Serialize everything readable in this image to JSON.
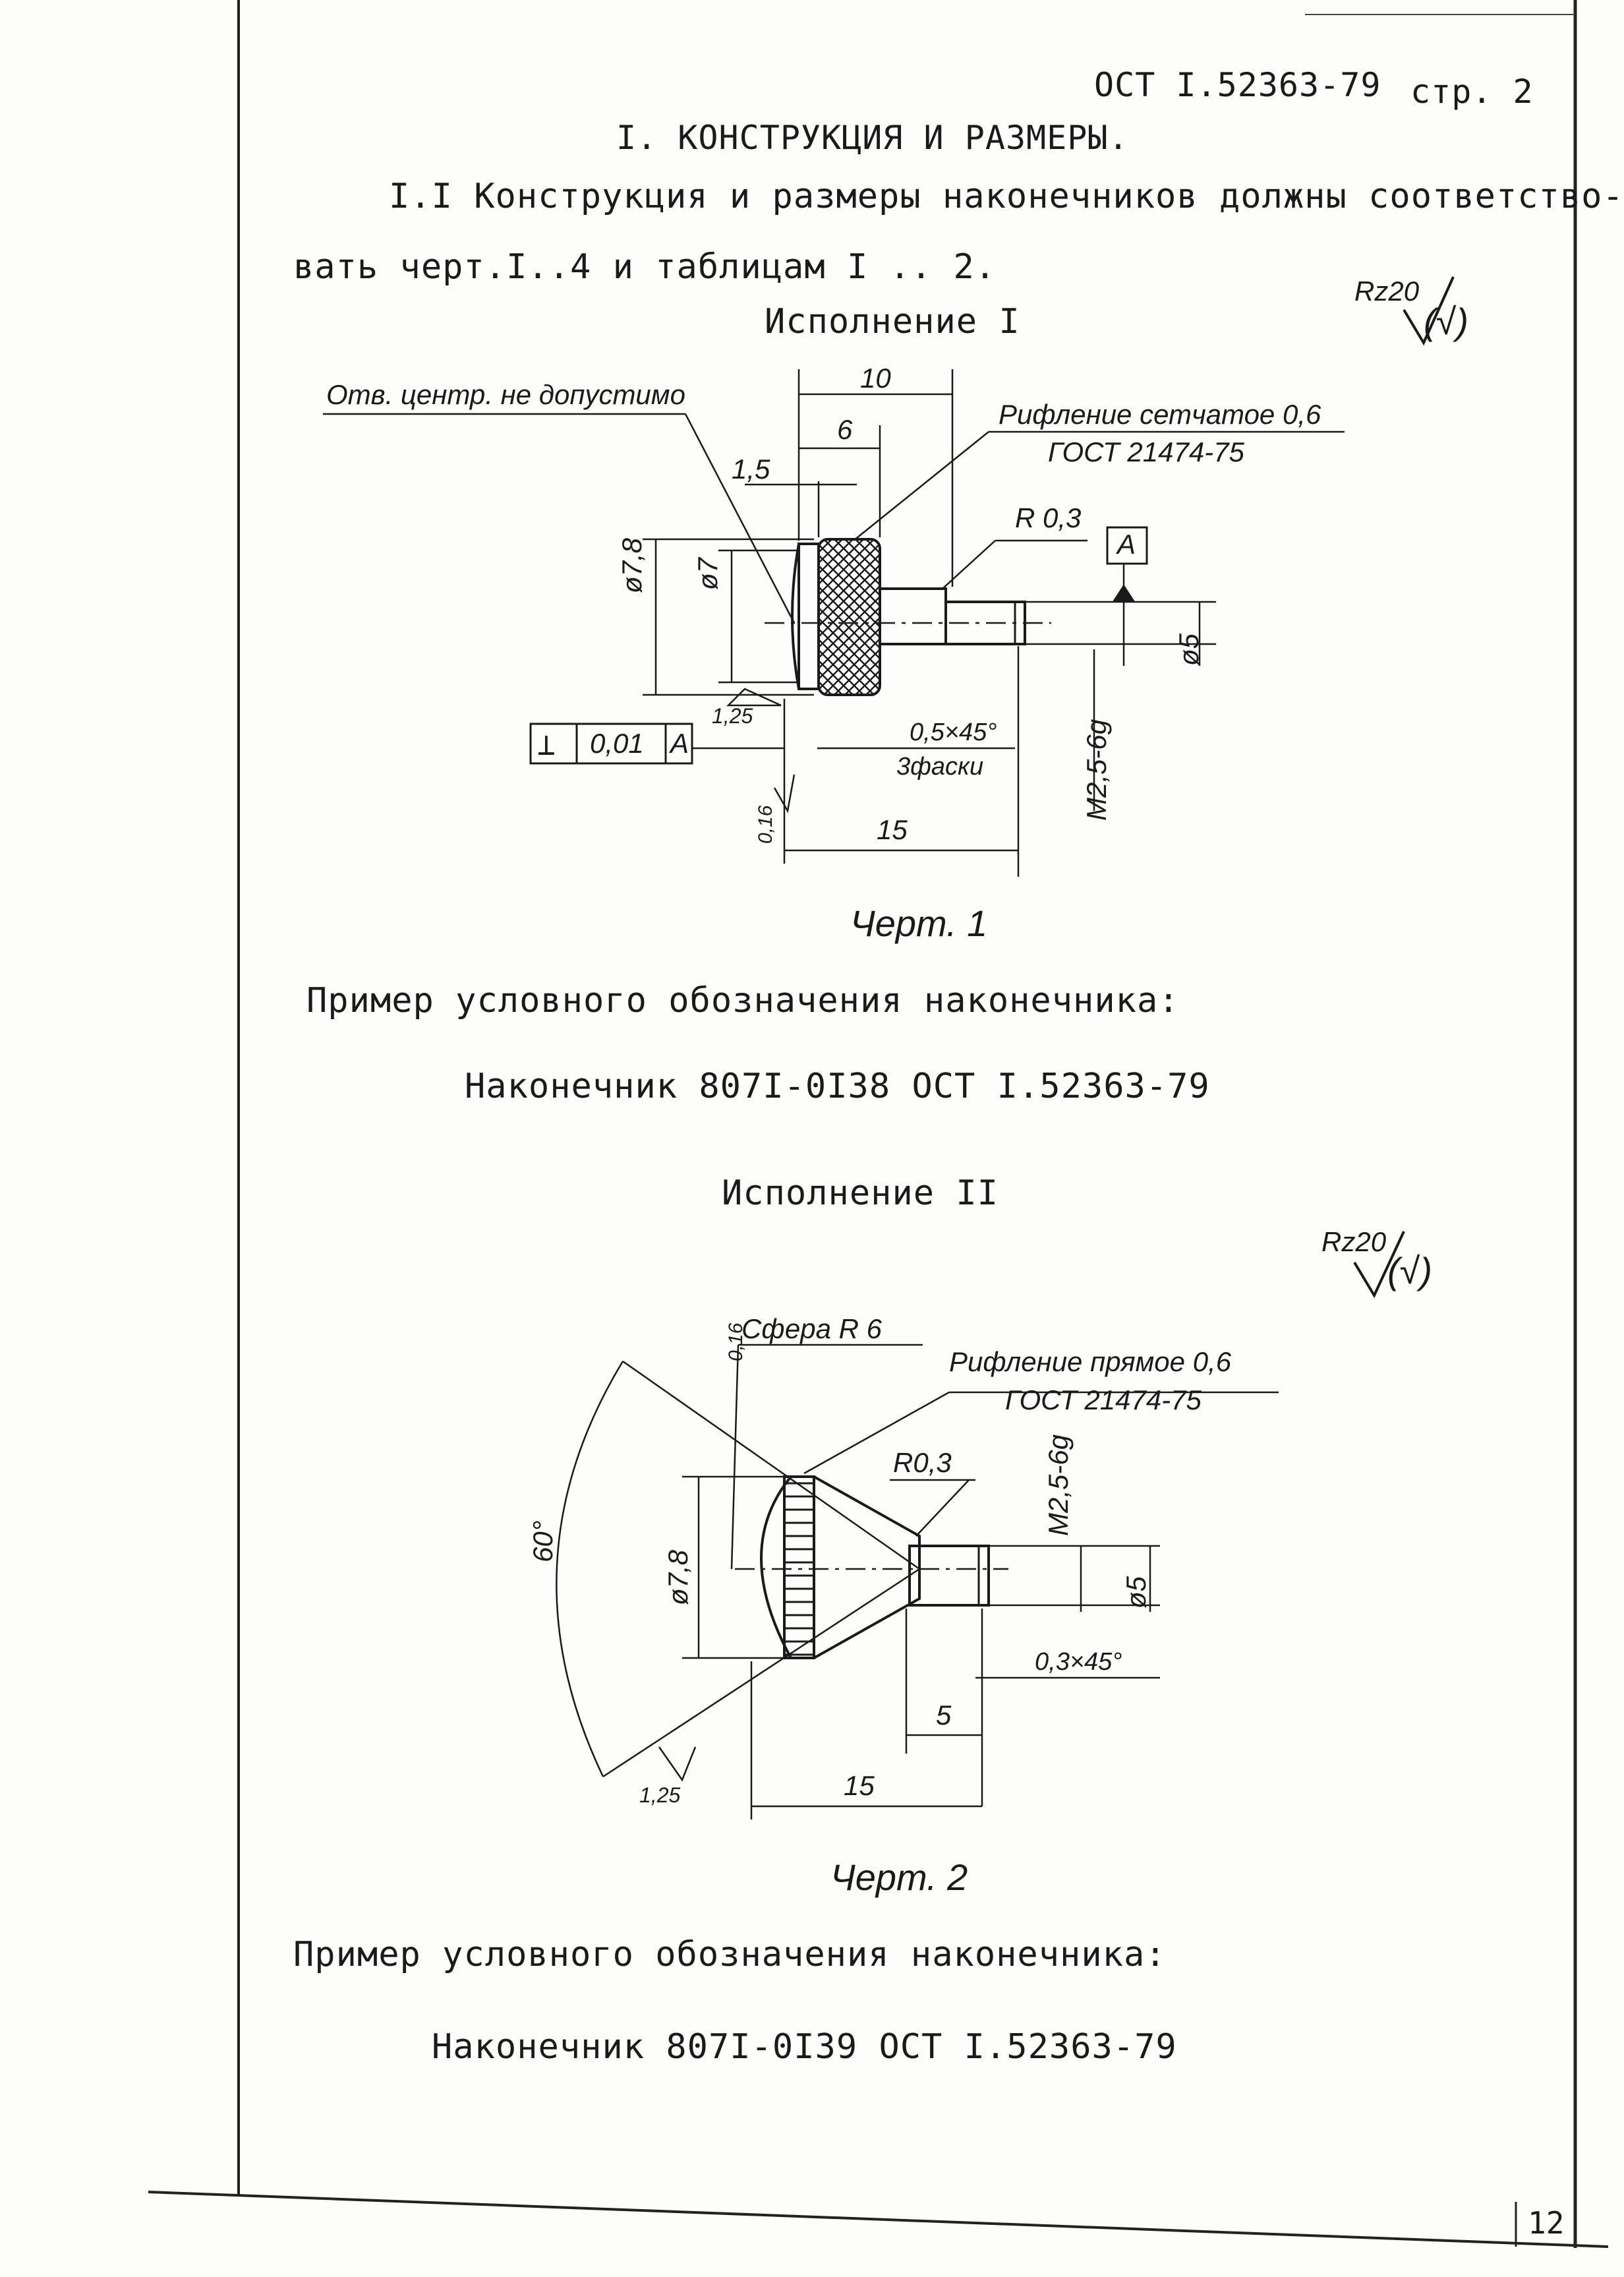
{
  "header": {
    "doc_ref": "ОСТ I.52363-79",
    "page_label": "стр. 2"
  },
  "section": {
    "title": "I. КОНСТРУКЦИЯ И РАЗМЕРЫ.",
    "para_line1": "I.I Конструкция и размеры наконечников должны соответство-",
    "para_line2": "вать черт.I..4 и таблицам I .. 2."
  },
  "variant1": {
    "title": "Исполнение I",
    "roughness": "Rz20",
    "roughness_tail": "(√)",
    "notes": {
      "center_hole": "Отв. центр. не допустимо",
      "knurl_line1": "Рифление сетчатое 0,6",
      "knurl_line2": "ГОСТ 21474-75",
      "radius": "R 0,3",
      "datum": "A",
      "chamfer_line1": "0,5×45°",
      "chamfer_line2": "3фаски",
      "thread": "M2,5-6g",
      "dia_outer": "ø7,8",
      "dia_inner": "ø7",
      "dia_pin": "ø5",
      "rough_face": "1,25",
      "rough_end": "0,16",
      "dim_10": "10",
      "dim_6": "6",
      "dim_1_5": "1,5",
      "dim_15": "15",
      "tol_symbol": "⊥",
      "tol_value": "0,01",
      "tol_datum": "A"
    },
    "caption": "Черт. 1",
    "example_label": "Пример условного обозначения наконечника:",
    "example_value": "Наконечник 807I-0I38   ОСТ I.52363-79"
  },
  "variant2": {
    "title": "Исполнение II",
    "roughness": "Rz20",
    "roughness_tail": "(√)",
    "notes": {
      "sphere": "Сфера R 6",
      "rough_sphere": "0,16",
      "knurl_line1": "Рифление прямое 0,6",
      "knurl_line2": "ГОСТ 21474-75",
      "radius": "R0,3",
      "thread": "M2,5-6g",
      "angle": "60°",
      "dia_outer": "ø7,8",
      "dia_pin": "ø5",
      "chamfer": "0,3×45°",
      "dim_5": "5",
      "dim_15": "15",
      "rough_face": "1,25"
    },
    "caption": "Черт. 2",
    "example_label": "Пример условного обозначения наконечника:",
    "example_value": "Наконечник 807I-0I39   ОСТ I.52363-79"
  },
  "footer": {
    "sheet_number": "12"
  }
}
